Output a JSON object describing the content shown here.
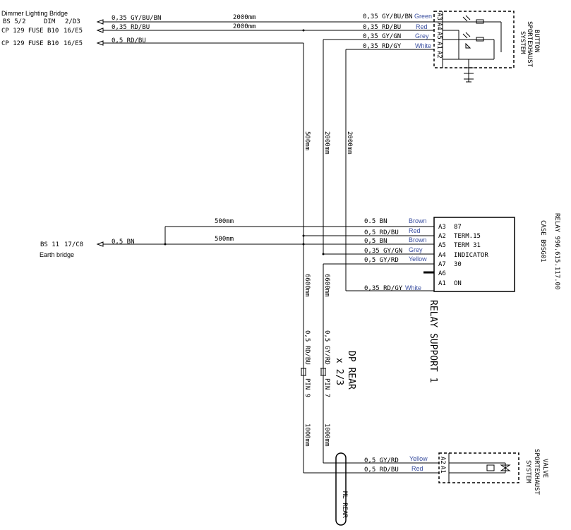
{
  "sources": [
    {
      "name": "Dimmer Lighting Bridge"
    },
    {
      "name": "BS 5/2",
      "mid": "DIM",
      "code": "2/D3"
    },
    {
      "name": "CP 129 FUSE B10",
      "code": "16/E5"
    },
    {
      "name": "CP 129 FUSE B10",
      "code": "16/E5"
    },
    {
      "name": "BS 11",
      "code": "17/C8"
    },
    {
      "name": "Earth bridge"
    }
  ],
  "wires_left": [
    {
      "spec": "0,35 GY/BU/BN",
      "length": "2000mm"
    },
    {
      "spec": "0,35 RD/BU",
      "length": "2000mm"
    },
    {
      "spec": "0,5  RD/BU"
    },
    {
      "spec": "0,5 BN"
    }
  ],
  "button_wires": [
    {
      "spec": "0,35 GY/BU/BN",
      "color": "Green",
      "pin": "A3"
    },
    {
      "spec": "0,35 RD/BU",
      "color": "Red",
      "pin": "A4"
    },
    {
      "spec": "0,35 GY/GN",
      "color": "Grey",
      "pin": "A5"
    },
    {
      "spec": "0,35 RD/GY",
      "color": "White",
      "pin": "A1"
    }
  ],
  "button_extra_pin": "A2",
  "button_label": [
    "BUTTON",
    "SPORTEXHAUST",
    "SYSTEM"
  ],
  "vertical_lengths": [
    "500mm",
    "2000mm",
    "2000mm"
  ],
  "h_lengths": [
    "500mm",
    "500mm"
  ],
  "relay_wires": [
    {
      "spec": "0.5 BN",
      "color": "Brown"
    },
    {
      "spec": "0,5 RD/BU",
      "color": "Red"
    },
    {
      "spec": "0,5 BN",
      "color": "Brown"
    },
    {
      "spec": "0,35 GY/GN",
      "color": "Grey"
    },
    {
      "spec": "0,5 GY/RD",
      "color": "Yellow"
    },
    {
      "spec": "0,35 RD/GY",
      "color": "White"
    }
  ],
  "relay_pins": [
    {
      "pin": "A3",
      "func": "87"
    },
    {
      "pin": "A2",
      "func": "TERM.15"
    },
    {
      "pin": "A5",
      "func": "TERM 31"
    },
    {
      "pin": "A4",
      "func": "INDICATOR"
    },
    {
      "pin": "A7",
      "func": "30"
    },
    {
      "pin": "A6",
      "func": ""
    },
    {
      "pin": "A1",
      "func": "ON"
    }
  ],
  "relay_info": [
    "RELAY   996.615.117.00",
    "CASE      B9SG01"
  ],
  "relay_support": [
    "RELAY  SUPPORT 1"
  ],
  "lower": {
    "len_a": "6600mm",
    "len_b": "6600mm",
    "spec_a": "0,5 RD/BU",
    "spec_b": "0,5 GY/RD",
    "pin_a": "PIN 9",
    "pin_b": "PIN 7",
    "connector": [
      "DP REAR",
      "x 2/3"
    ],
    "len_c": "1000mm",
    "len_d": "1000mm"
  },
  "valve_wires": [
    {
      "spec": "0,5 GY/RD",
      "color": "Yellow",
      "pin": "A2"
    },
    {
      "spec": "0,5 RD/BU",
      "color": "Red",
      "pin": "A1"
    }
  ],
  "valve_label": [
    "VALVE",
    "SPORTEXHAUST",
    "SYSTEM"
  ],
  "ml_rear": "ML REAR"
}
